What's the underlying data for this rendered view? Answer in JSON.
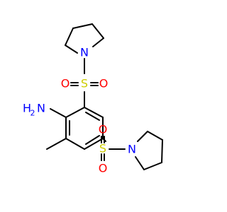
{
  "labels": {
    "n_top": "N",
    "s_top": "S",
    "o_top_left": "O",
    "o_top_right": "O",
    "nh2_n": "N",
    "nh2_h": "H",
    "nh2_sub": "2",
    "s_bottom": "S",
    "o_bottom_left": "O",
    "o_bottom_right": "O",
    "n_bottom": "N"
  },
  "colors": {
    "bond": "#000000",
    "nitrogen": "#0000ff",
    "sulfur": "#cccc00",
    "oxygen": "#ff0000",
    "background": "#ffffff"
  }
}
